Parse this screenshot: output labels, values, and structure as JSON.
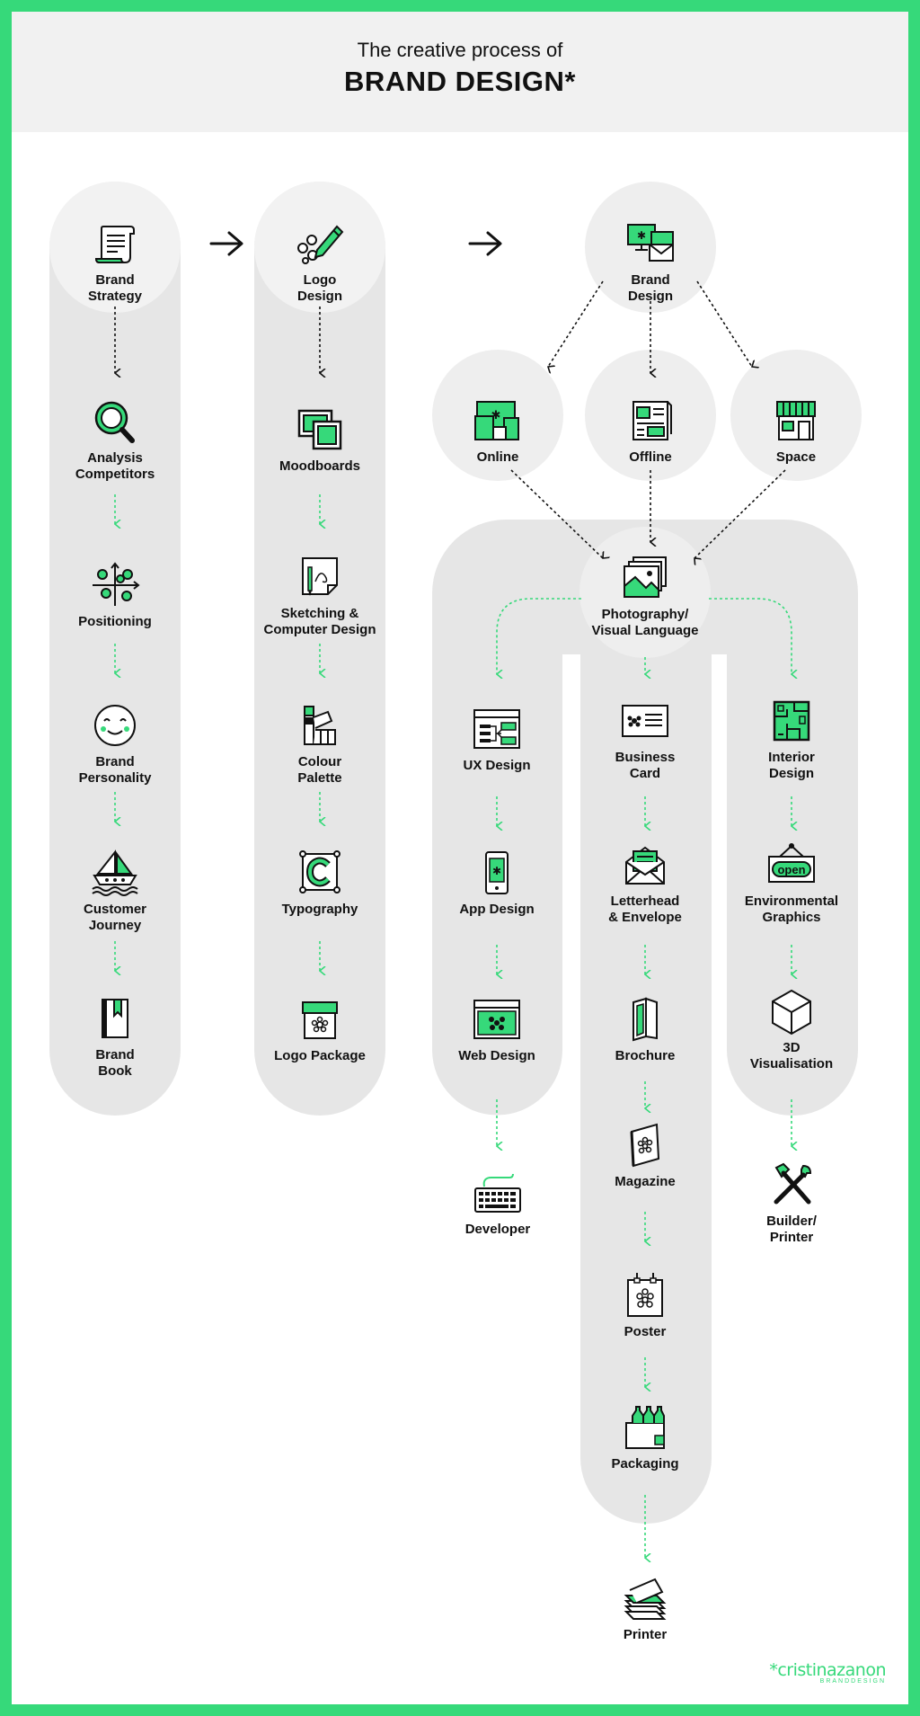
{
  "header": {
    "title_line1": "The creative process of",
    "title_line2": "BRAND DESIGN*"
  },
  "colors": {
    "accent": "#36d97a",
    "pill": "#e6e6e6",
    "circle": "#eeeeee",
    "ink": "#111111"
  },
  "nodes": {
    "brand_strategy": "Brand\nStrategy",
    "analysis": "Analysis\nCompetitors",
    "positioning": "Positioning",
    "personality": "Brand\nPersonality",
    "journey": "Customer\nJourney",
    "brand_book": "Brand\nBook",
    "logo_design": "Logo\nDesign",
    "moodboards": "Moodboards",
    "sketching": "Sketching &\nComputer Design",
    "colour_palette": "Colour\nPalette",
    "typography": "Typography",
    "logo_package": "Logo Package",
    "brand_design": "Brand\nDesign",
    "online": "Online",
    "offline": "Offline",
    "space": "Space",
    "photography": "Photography/\nVisual Language",
    "ux_design": "UX Design",
    "app_design": "App Design",
    "web_design": "Web Design",
    "developer": "Developer",
    "business_card": "Business\nCard",
    "letterhead": "Letterhead\n& Envelope",
    "brochure": "Brochure",
    "magazine": "Magazine",
    "poster": "Poster",
    "packaging": "Packaging",
    "printer": "Printer",
    "interior": "Interior\nDesign",
    "environmental": "Environmental\nGraphics",
    "visualisation": "3D\nVisualisation",
    "builder": "Builder/\nPrinter"
  },
  "icons": {
    "brand_strategy": "scroll-icon",
    "analysis": "magnifier-icon",
    "positioning": "positioning-icon",
    "personality": "smiley-icon",
    "journey": "boat-icon",
    "brand_book": "book-icon",
    "logo_design": "pen-drawing-icon",
    "moodboards": "frames-icon",
    "sketching": "sketch-pencil-icon",
    "colour_palette": "swatches-icon",
    "typography": "letter-c-icon",
    "logo_package": "box-icon",
    "brand_design": "devices-mail-icon",
    "online": "multi-device-icon",
    "offline": "newspaper-icon",
    "space": "storefront-icon",
    "photography": "photos-icon",
    "ux_design": "wireframe-icon",
    "app_design": "phone-icon",
    "web_design": "browser-icon",
    "developer": "keyboard-icon",
    "business_card": "card-icon",
    "letterhead": "envelope-icon",
    "brochure": "brochure-icon",
    "magazine": "magazine-icon",
    "poster": "poster-icon",
    "packaging": "bottles-icon",
    "printer": "paper-stack-icon",
    "interior": "floorplan-icon",
    "environmental": "open-sign-icon",
    "visualisation": "cube-icon",
    "builder": "tools-icon"
  },
  "logo": {
    "name": "*cristinazanon",
    "sub": "BRANDDESIGN"
  }
}
